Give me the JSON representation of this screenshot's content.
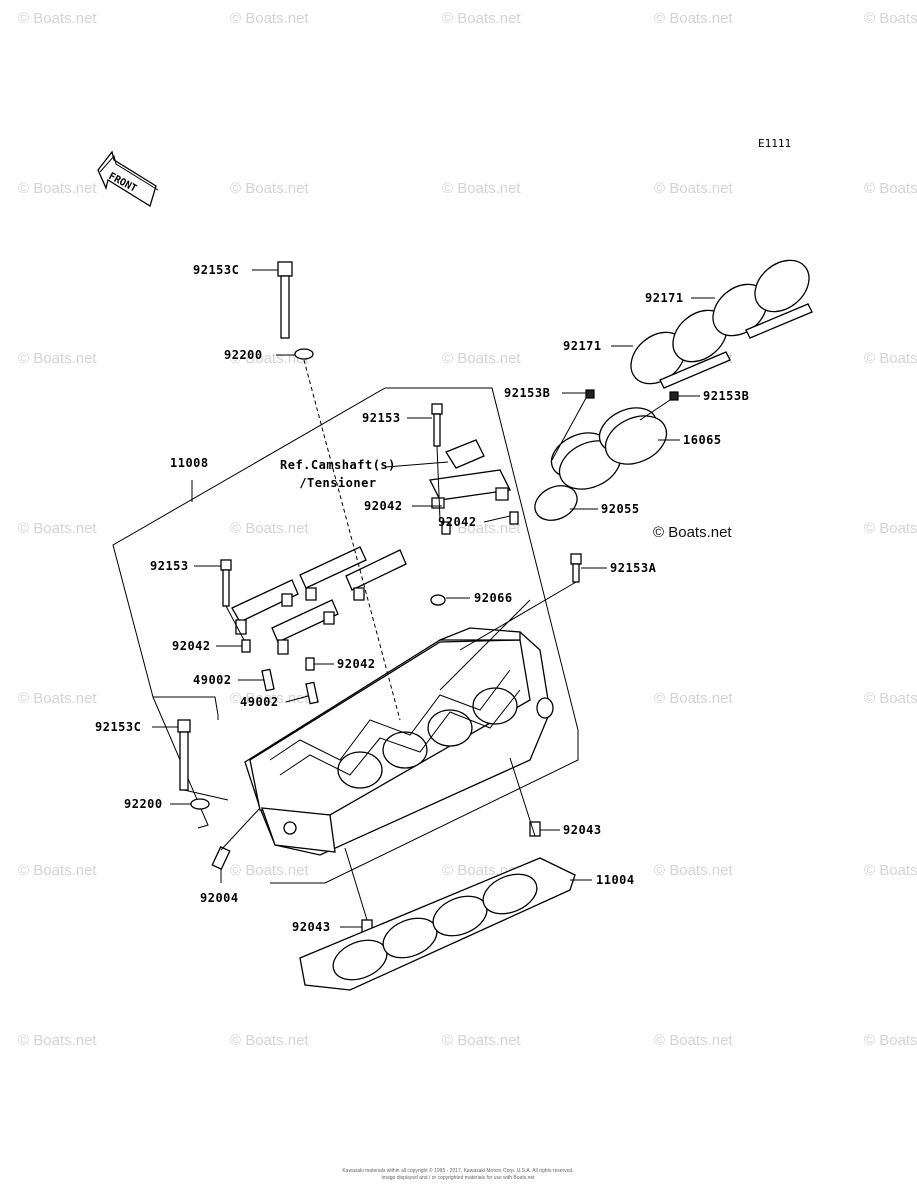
{
  "diagram_code": "E1111",
  "front_arrow_label": "FRONT",
  "watermark_text": "© Boats.net",
  "copyright_text": "© Boats.net",
  "reference_note": {
    "line1": "Ref.Camshaft(s)",
    "line2": "/Tensioner"
  },
  "callouts": [
    {
      "id": "c01",
      "label": "92153C"
    },
    {
      "id": "c02",
      "label": "92200"
    },
    {
      "id": "c03",
      "label": "92153"
    },
    {
      "id": "c04",
      "label": "11008"
    },
    {
      "id": "c05",
      "label": "92042"
    },
    {
      "id": "c06",
      "label": "92042"
    },
    {
      "id": "c07",
      "label": "92153"
    },
    {
      "id": "c08",
      "label": "92042"
    },
    {
      "id": "c09",
      "label": "92042"
    },
    {
      "id": "c10",
      "label": "49002"
    },
    {
      "id": "c11",
      "label": "49002"
    },
    {
      "id": "c12",
      "label": "92153C"
    },
    {
      "id": "c13",
      "label": "92200"
    },
    {
      "id": "c14",
      "label": "92004"
    },
    {
      "id": "c15",
      "label": "92043"
    },
    {
      "id": "c16",
      "label": "92043"
    },
    {
      "id": "c17",
      "label": "11004"
    },
    {
      "id": "c18",
      "label": "92171"
    },
    {
      "id": "c19",
      "label": "92171"
    },
    {
      "id": "c20",
      "label": "92153B"
    },
    {
      "id": "c21",
      "label": "92153B"
    },
    {
      "id": "c22",
      "label": "16065"
    },
    {
      "id": "c23",
      "label": "92055"
    },
    {
      "id": "c24",
      "label": "92153A"
    },
    {
      "id": "c25",
      "label": "92066"
    }
  ],
  "footer": {
    "line1": "Kawasaki materials within all copyright © 1995 - 2017, Kawasaki Motors Corp. U.S.A. All rights reserved.",
    "line2": "Image displayed and / or copyrighted materials for use with Boats.net"
  }
}
